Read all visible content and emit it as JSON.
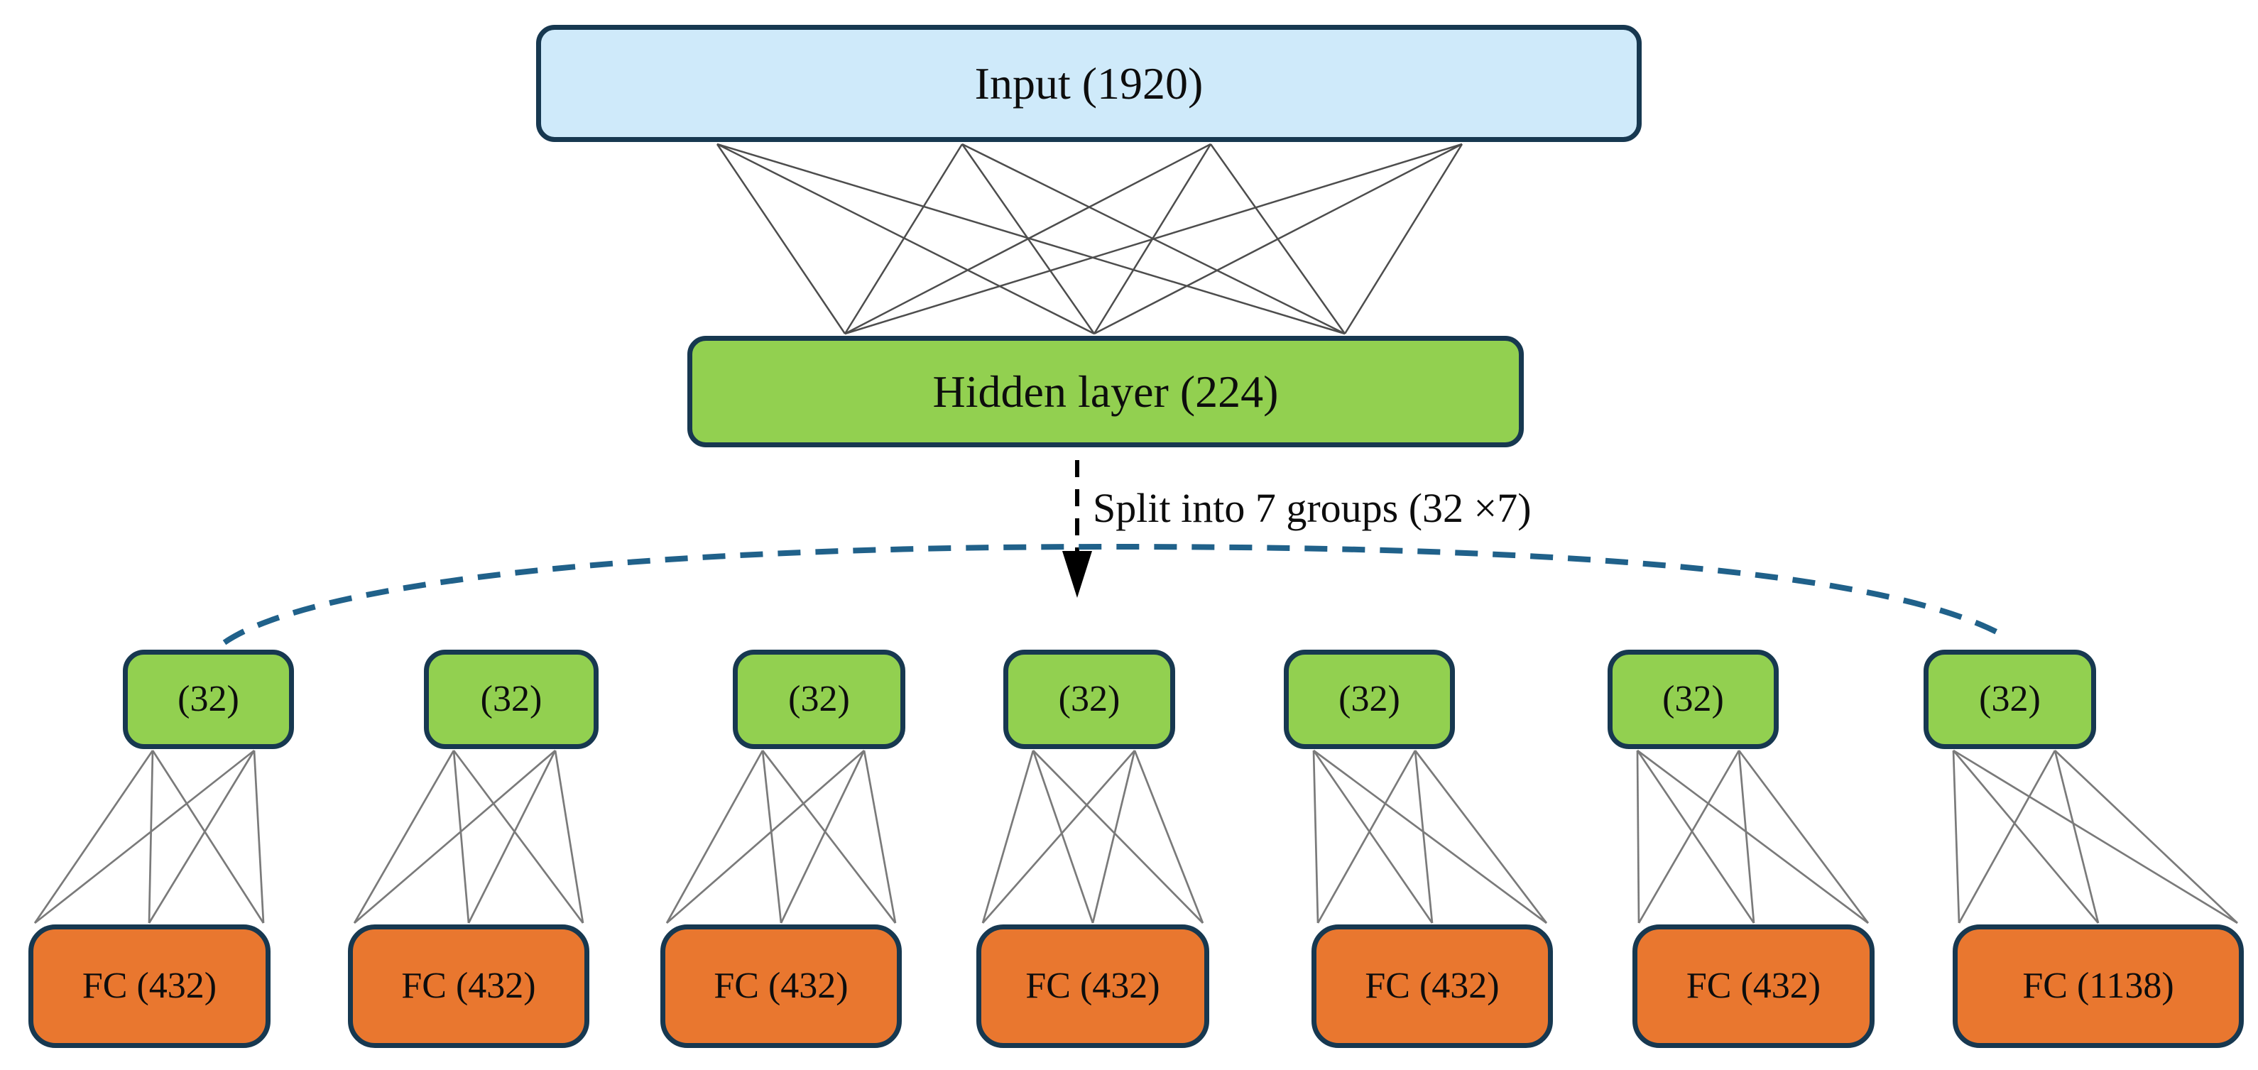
{
  "diagram": {
    "input_label": "Input (1920)",
    "hidden_label": "Hidden layer (224)",
    "split_label": "Split into 7 groups (32 ×7)",
    "groups": [
      {
        "units": "(32)",
        "fc": "FC (432)"
      },
      {
        "units": "(32)",
        "fc": "FC (432)"
      },
      {
        "units": "(32)",
        "fc": "FC (432)"
      },
      {
        "units": "(32)",
        "fc": "FC (432)"
      },
      {
        "units": "(32)",
        "fc": "FC (432)"
      },
      {
        "units": "(32)",
        "fc": "FC (432)"
      },
      {
        "units": "(32)",
        "fc": "FC (1138)"
      }
    ],
    "colors": {
      "input_fill": "#cfeafa",
      "hidden_fill": "#92d050",
      "group_fill": "#92d050",
      "fc_fill": "#e9772f",
      "box_border": "#173850",
      "split_arc_blue": "#20618a",
      "connector_gray": "#7a7a7a",
      "connector_dark": "#4d4d4d",
      "arrow_black": "#000000"
    }
  }
}
